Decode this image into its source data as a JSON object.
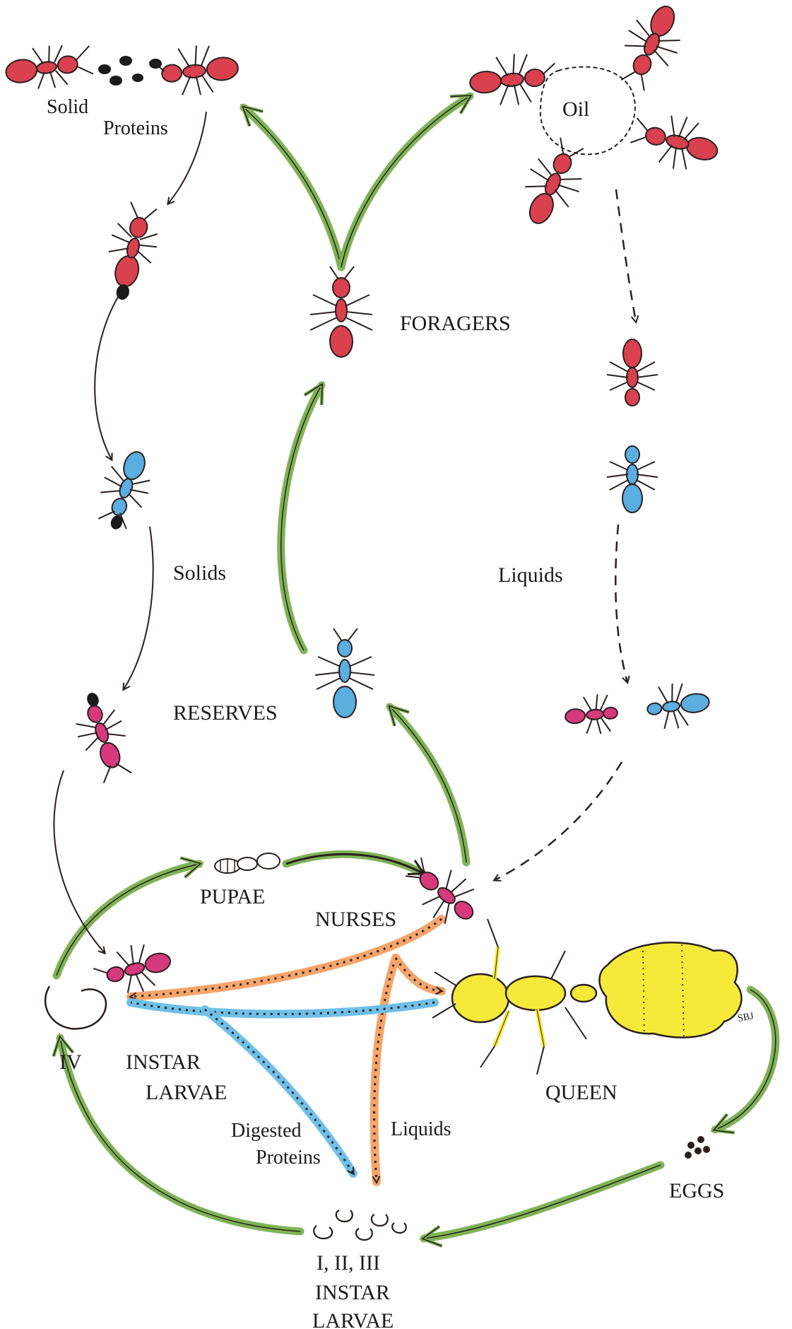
{
  "labels": {
    "solid": "Solid",
    "proteins": "Proteins",
    "oil": "Oil",
    "foragers": "FORAGERS",
    "solids": "Solids",
    "liquids_top": "Liquids",
    "reserves": "RESERVES",
    "pupae": "PUPAE",
    "nurses": "NURSES",
    "iv": "IV",
    "instar_larvae_1": "INSTAR",
    "instar_larvae_2": "LARVAE",
    "queen": "QUEEN",
    "digested_1": "Digested",
    "digested_2": "Proteins",
    "liquids_bottom": "Liquids",
    "eggs": "EGGS",
    "early_1": "I, II, III",
    "early_2": "INSTAR",
    "early_3": "LARVAE",
    "signature": "SBJ"
  },
  "colors": {
    "forager_red": "#d9414f",
    "reserve_blue": "#5aaee0",
    "nurse_pink": "#d63a7c",
    "queen_yellow": "#f5ea3a",
    "green_flow": "#7fb356",
    "orange_flow": "#f5a56a",
    "blue_flow": "#6fc0e8",
    "ink": "#2a1f1f"
  }
}
